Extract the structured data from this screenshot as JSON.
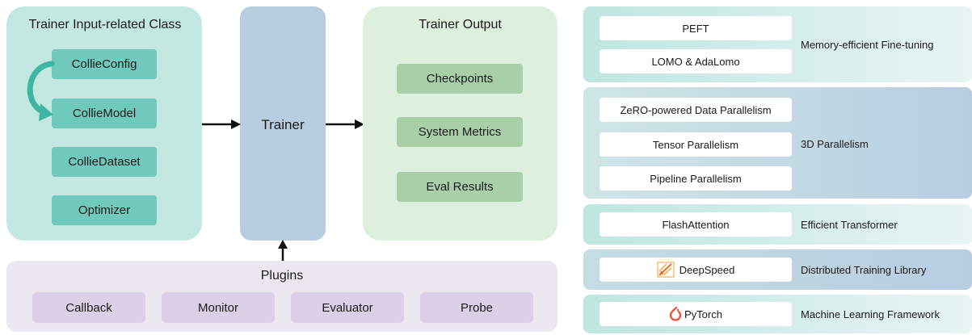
{
  "input_panel": {
    "title": "Trainer Input-related Class",
    "items": [
      "CollieConfig",
      "CollieModel",
      "CollieDataset",
      "Optimizer"
    ]
  },
  "trainer": {
    "label": "Trainer"
  },
  "output_panel": {
    "title": "Trainer Output",
    "items": [
      "Checkpoints",
      "System Metrics",
      "Eval Results"
    ]
  },
  "plugins": {
    "title": "Plugins",
    "items": [
      "Callback",
      "Monitor",
      "Evaluator",
      "Probe"
    ]
  },
  "stack": {
    "memory": {
      "items": [
        "PEFT",
        "LOMO & AdaLomo"
      ],
      "label": "Memory-efficient Fine-tuning"
    },
    "parallel": {
      "items": [
        "ZeRO-powered Data Parallelism",
        "Tensor Parallelism",
        "Pipeline Parallelism"
      ],
      "label": "3D Parallelism"
    },
    "efficient": {
      "items": [
        "FlashAttention"
      ],
      "label": "Efficient Transformer"
    },
    "distributed": {
      "items": [
        "DeepSpeed"
      ],
      "label": "Distributed Training Library",
      "icon": "deepspeed-logo-icon"
    },
    "framework": {
      "items": [
        "PyTorch"
      ],
      "label": "Machine Learning Framework",
      "icon": "pytorch-logo-icon"
    }
  },
  "colors": {
    "input_bg": "#bfe6df",
    "teal_chip": "#6fc9bc",
    "trainer_bg": "#b8cde0",
    "output_bg": "#dcefdc",
    "green_chip": "#a9cfa8",
    "plugins_bg": "#ece8f1",
    "purple_chip": "#dcd0e8",
    "pytorch": "#ee4c2c"
  }
}
